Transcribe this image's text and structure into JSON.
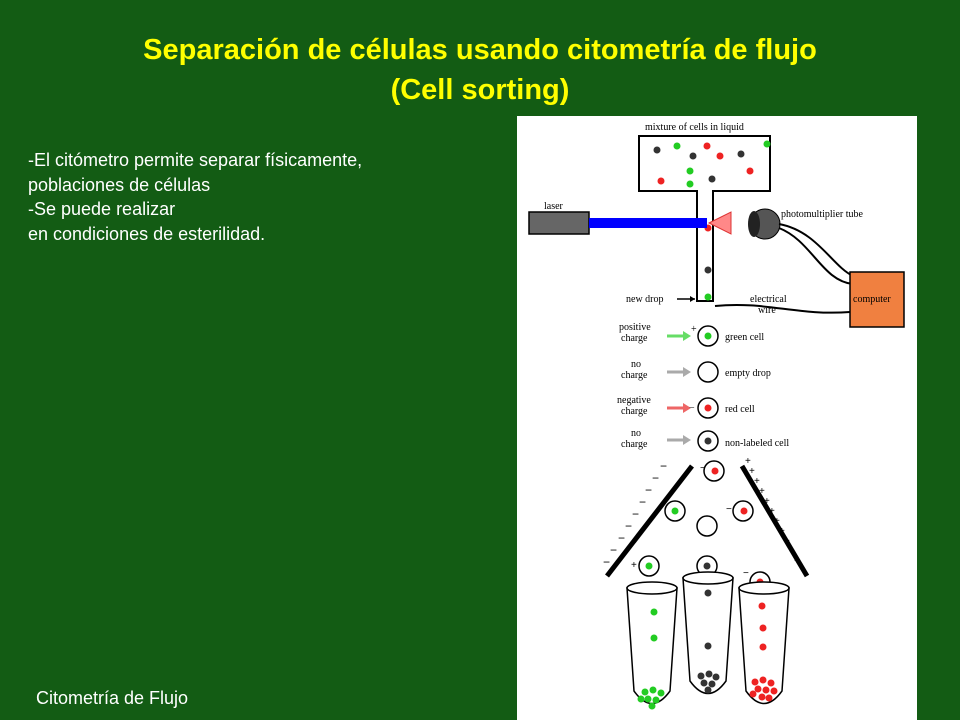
{
  "title": {
    "line1": "Separación de células usando citometría de flujo",
    "line2": "(Cell sorting)"
  },
  "bullets": [
    "-El citómetro permite separar físicamente,",
    "poblaciones  de células",
    "-Se puede realizar",
    "en condiciones  de esterilidad."
  ],
  "footer": "Citometría de Flujo",
  "diagram": {
    "mixture_label": "mixture of cells in liquid",
    "laser_label": "laser",
    "pmt_label": "photomultiplier tube",
    "computer_label": "computer",
    "new_drop_label": "new drop",
    "wire_label_1": "electrical",
    "wire_label_2": "wire",
    "charge_rows": [
      {
        "charge_line1": "positive",
        "charge_line2": "charge",
        "sign": "+",
        "cell_label": "green cell"
      },
      {
        "charge_line1": "no",
        "charge_line2": "charge",
        "sign": "",
        "cell_label": "empty drop"
      },
      {
        "charge_line1": "negative",
        "charge_line2": "charge",
        "sign": "−",
        "cell_label": "red cell"
      },
      {
        "charge_line1": "no",
        "charge_line2": "charge",
        "sign": "",
        "cell_label": "non-labeled cell"
      }
    ],
    "colors": {
      "laser_beam": "#0000ff",
      "green_cell": "#22cc22",
      "red_cell": "#ee2222",
      "grey_cell": "#333333",
      "computer": "#f08040",
      "positive_arrow": "#66dd66",
      "negative_arrow": "#ee6666",
      "no_charge_arrow": "#aaaaaa"
    }
  }
}
